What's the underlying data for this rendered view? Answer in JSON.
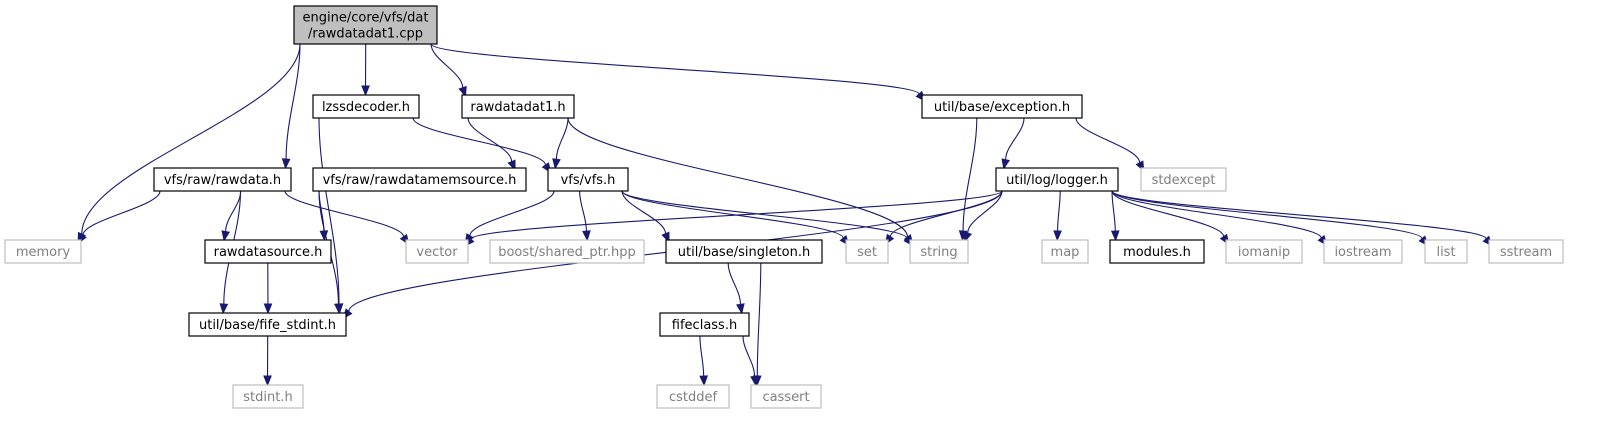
{
  "colors": {
    "edge": "#191970",
    "root_fill": "#bfbfbf",
    "internal_border": "#000000",
    "external_border": "#bfbfbf",
    "external_text": "#7f7f7f"
  },
  "nodes": [
    {
      "id": "root",
      "lines": [
        "engine/core/vfs/dat",
        "/rawdatadat1.cpp"
      ],
      "kind": "root"
    },
    {
      "id": "lzssdecoder",
      "lines": [
        "lzssdecoder.h"
      ],
      "kind": "internal"
    },
    {
      "id": "rawdatadat1h",
      "lines": [
        "rawdatadat1.h"
      ],
      "kind": "internal"
    },
    {
      "id": "exception",
      "lines": [
        "util/base/exception.h"
      ],
      "kind": "internal"
    },
    {
      "id": "rawdata",
      "lines": [
        "vfs/raw/rawdata.h"
      ],
      "kind": "internal"
    },
    {
      "id": "rawdatamemsource",
      "lines": [
        "vfs/raw/rawdatamemsource.h"
      ],
      "kind": "internal"
    },
    {
      "id": "vfs",
      "lines": [
        "vfs/vfs.h"
      ],
      "kind": "internal"
    },
    {
      "id": "logger",
      "lines": [
        "util/log/logger.h"
      ],
      "kind": "internal"
    },
    {
      "id": "stdexcept",
      "lines": [
        "stdexcept"
      ],
      "kind": "external"
    },
    {
      "id": "memory",
      "lines": [
        "memory"
      ],
      "kind": "external"
    },
    {
      "id": "rawdatasource",
      "lines": [
        "rawdatasource.h"
      ],
      "kind": "internal"
    },
    {
      "id": "vector",
      "lines": [
        "vector"
      ],
      "kind": "external"
    },
    {
      "id": "shared_ptr",
      "lines": [
        "boost/shared_ptr.hpp"
      ],
      "kind": "external"
    },
    {
      "id": "singleton",
      "lines": [
        "util/base/singleton.h"
      ],
      "kind": "internal"
    },
    {
      "id": "set",
      "lines": [
        "set"
      ],
      "kind": "external"
    },
    {
      "id": "string",
      "lines": [
        "string"
      ],
      "kind": "external"
    },
    {
      "id": "map",
      "lines": [
        "map"
      ],
      "kind": "external"
    },
    {
      "id": "modules",
      "lines": [
        "modules.h"
      ],
      "kind": "internal"
    },
    {
      "id": "iomanip",
      "lines": [
        "iomanip"
      ],
      "kind": "external"
    },
    {
      "id": "iostream",
      "lines": [
        "iostream"
      ],
      "kind": "external"
    },
    {
      "id": "list",
      "lines": [
        "list"
      ],
      "kind": "external"
    },
    {
      "id": "sstream",
      "lines": [
        "sstream"
      ],
      "kind": "external"
    },
    {
      "id": "fife_stdint",
      "lines": [
        "util/base/fife_stdint.h"
      ],
      "kind": "internal"
    },
    {
      "id": "fifeclass",
      "lines": [
        "fifeclass.h"
      ],
      "kind": "internal"
    },
    {
      "id": "stdint",
      "lines": [
        "stdint.h"
      ],
      "kind": "external"
    },
    {
      "id": "cstddef",
      "lines": [
        "cstddef"
      ],
      "kind": "external"
    },
    {
      "id": "cassert",
      "lines": [
        "cassert"
      ],
      "kind": "external"
    }
  ],
  "edges": [
    {
      "from": "root",
      "to": "memory"
    },
    {
      "from": "root",
      "to": "rawdata"
    },
    {
      "from": "root",
      "to": "lzssdecoder"
    },
    {
      "from": "root",
      "to": "rawdatadat1h"
    },
    {
      "from": "root",
      "to": "exception"
    },
    {
      "from": "lzssdecoder",
      "to": "fife_stdint"
    },
    {
      "from": "lzssdecoder",
      "to": "vfs"
    },
    {
      "from": "rawdatadat1h",
      "to": "rawdatamemsource"
    },
    {
      "from": "rawdatadat1h",
      "to": "vfs"
    },
    {
      "from": "rawdatadat1h",
      "to": "string"
    },
    {
      "from": "exception",
      "to": "string"
    },
    {
      "from": "exception",
      "to": "logger"
    },
    {
      "from": "exception",
      "to": "stdexcept"
    },
    {
      "from": "rawdata",
      "to": "memory"
    },
    {
      "from": "rawdata",
      "to": "rawdatasource"
    },
    {
      "from": "rawdata",
      "to": "fife_stdint"
    },
    {
      "from": "rawdata",
      "to": "vector"
    },
    {
      "from": "rawdatamemsource",
      "to": "rawdatasource"
    },
    {
      "from": "rawdatamemsource",
      "to": "fife_stdint"
    },
    {
      "from": "vfs",
      "to": "vector"
    },
    {
      "from": "vfs",
      "to": "shared_ptr"
    },
    {
      "from": "vfs",
      "to": "singleton"
    },
    {
      "from": "vfs",
      "to": "set"
    },
    {
      "from": "vfs",
      "to": "string"
    },
    {
      "from": "logger",
      "to": "vector"
    },
    {
      "from": "logger",
      "to": "set"
    },
    {
      "from": "logger",
      "to": "string"
    },
    {
      "from": "logger",
      "to": "map"
    },
    {
      "from": "logger",
      "to": "modules"
    },
    {
      "from": "logger",
      "to": "iomanip"
    },
    {
      "from": "logger",
      "to": "iostream"
    },
    {
      "from": "logger",
      "to": "list"
    },
    {
      "from": "logger",
      "to": "sstream"
    },
    {
      "from": "logger",
      "to": "fife_stdint"
    },
    {
      "from": "rawdatasource",
      "to": "fife_stdint"
    },
    {
      "from": "singleton",
      "to": "fifeclass"
    },
    {
      "from": "singleton",
      "to": "cassert"
    },
    {
      "from": "fife_stdint",
      "to": "stdint"
    },
    {
      "from": "fifeclass",
      "to": "cstddef"
    },
    {
      "from": "fifeclass",
      "to": "cassert"
    }
  ]
}
